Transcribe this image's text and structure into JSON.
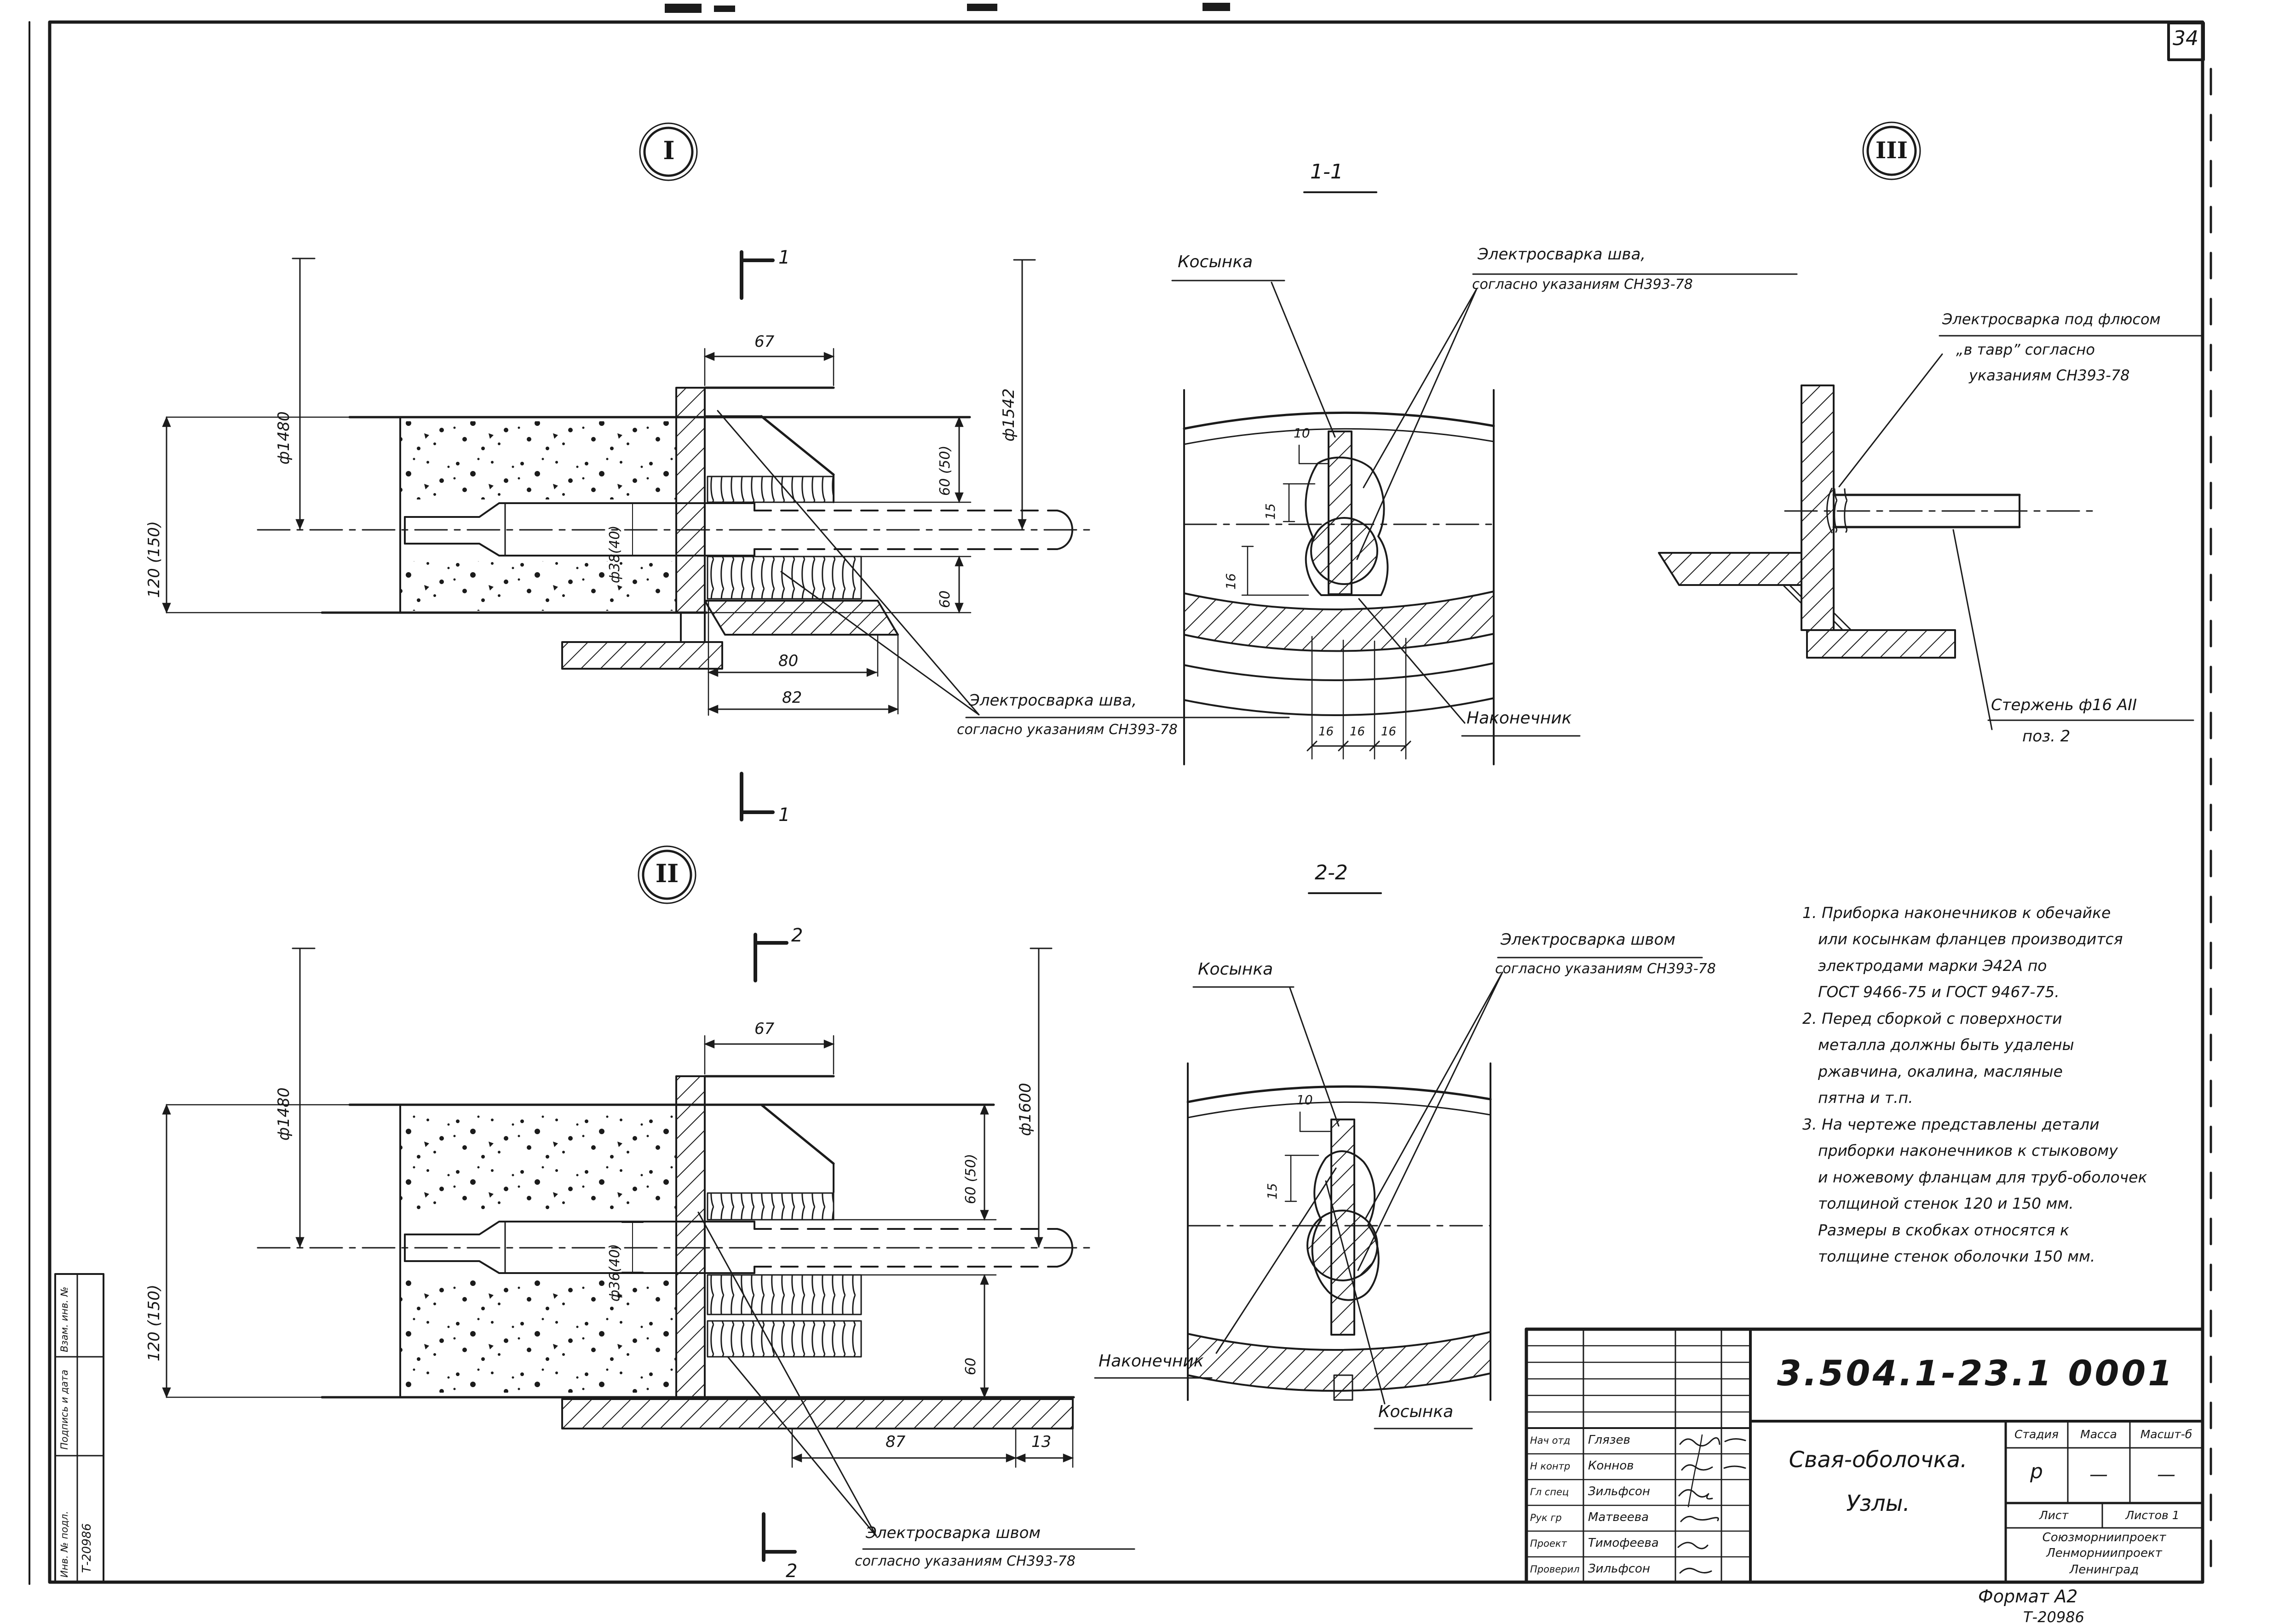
{
  "page": {
    "number": "34",
    "format": "Формат А2",
    "code": "Т-20986"
  },
  "stamp": {
    "rows": [
      "Взам. инв. №",
      "Подпись и дата",
      "Инв. № подл."
    ],
    "value": "Т-20986"
  },
  "view1": {
    "marker": "I",
    "cut": "1",
    "dims": {
      "d1480": "ф1480",
      "d120": "120 (150)",
      "d67": "67",
      "d6050": "60 (50)",
      "d60": "60",
      "d38": "ф38(40)",
      "d1542": "ф1542",
      "d80": "80",
      "d82": "82"
    },
    "weld1": "Электросварка шва,",
    "weld2": "согласно указаниям СН393-78"
  },
  "sec11": {
    "title": "1-1",
    "kosynka": "Косынка",
    "nakonechnik": "Наконечник",
    "weld1": "Электросварка шва,",
    "weld2": "согласно указаниям СН393-78",
    "dims": {
      "d10": "10",
      "d15": "15",
      "d16": "16",
      "b1": "16",
      "b2": "16",
      "b3": "16"
    }
  },
  "view3": {
    "marker": "III",
    "weld1": "Электросварка под флюсом",
    "weld2": "„в тавр” согласно",
    "weld3": "указаниям СН393-78",
    "rod1": "Стержень ф16 АII",
    "rod2": "поз. 2"
  },
  "view2": {
    "marker": "II",
    "cut": "2",
    "dims": {
      "d1480": "ф1480",
      "d120": "120 (150)",
      "d67": "67",
      "d6050": "60 (50)",
      "d36": "ф36(40)",
      "d60": "60",
      "d1600": "ф1600",
      "d87": "87",
      "d13": "13"
    },
    "weld1": "Электросварка швом",
    "weld2": "согласно указаниям СН393-78"
  },
  "sec22": {
    "title": "2-2",
    "kosynka_top": "Косынка",
    "kosynka_bottom": "Косынка",
    "nakonechnik": "Наконечник",
    "weld1": "Электросварка швом",
    "weld2": "согласно указаниям СН393-78",
    "dims": {
      "d10": "10",
      "d15": "15"
    }
  },
  "notes": {
    "lines": [
      "1. Приборка наконечников к обечайке",
      "или косынкам фланцев производится",
      "электродами марки Э42А по",
      "ГОСТ 9466-75  и ГОСТ 9467-75.",
      "2. Перед сборкой с поверхности",
      "металла должны быть удалены",
      "ржавчина, окалина, масляные",
      "пятна и т.п.",
      "3. На чертеже представлены детали",
      "приборки наконечников к стыковому",
      "и ножевому фланцам для труб-оболочек",
      "толщиной стенок 120 и 150 мм.",
      "Размеры в скобках относятся к",
      "толщине стенок оболочки 150 мм."
    ]
  },
  "title_block": {
    "number": "3.504.1-23.1 0001",
    "title1": "Свая-оболочка.",
    "title2": "Узлы.",
    "stage_label": "Стадия",
    "mass_label": "Масса",
    "scale_label": "Масшт-б",
    "stage": "р",
    "mass": "—",
    "scale": "—",
    "sheet_label": "Лист",
    "sheets_label": "Листов 1",
    "org1": "Союзморниипроект",
    "org2": "Ленморниипроект",
    "org3": "Ленинград",
    "rows": [
      {
        "role": "Нач отд",
        "name": "Глязев"
      },
      {
        "role": "Н контр",
        "name": "Коннов"
      },
      {
        "role": "Гл спец",
        "name": "Зильфсон"
      },
      {
        "role": "Рук гр",
        "name": "Матвеева"
      },
      {
        "role": "Проект",
        "name": "Тимофеева"
      },
      {
        "role": "Проверил",
        "name": "Зильфсон"
      }
    ]
  }
}
